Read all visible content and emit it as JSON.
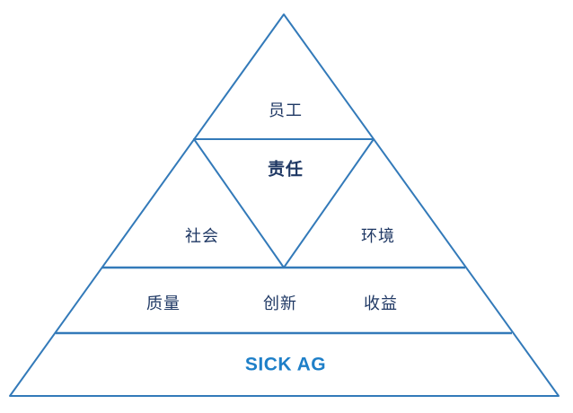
{
  "colors": {
    "line": "#337ab9",
    "text": "#1f3864",
    "brand": "#1e7fc8"
  },
  "pyramid": {
    "top_label": "员工",
    "center_label": "责任",
    "left_label": "社会",
    "right_label": "环境",
    "middle_band": [
      "质量",
      "创新",
      "收益"
    ],
    "base_label": "SICK AG"
  }
}
